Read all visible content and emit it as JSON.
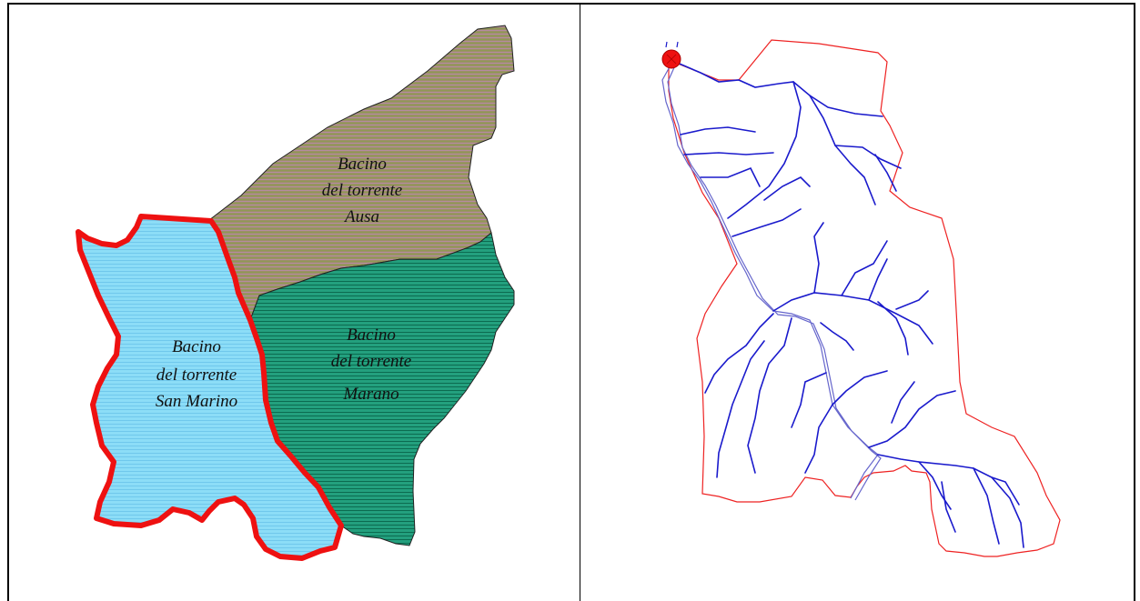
{
  "left_map": {
    "basins": [
      {
        "id": "ausa",
        "lines": [
          "Bacino",
          "del torrente",
          "Ausa"
        ],
        "fill": "#9f8f6a",
        "stripe": "#b08fa0"
      },
      {
        "id": "marano",
        "lines": [
          "Bacino",
          "del torrente",
          "Marano"
        ],
        "fill": "#1e9a78",
        "stripe": "#0d6a50"
      },
      {
        "id": "san-marino",
        "lines": [
          "Bacino",
          "del torrente",
          "San Marino"
        ],
        "fill": "#8adcf6",
        "stripe": "#6cc6ea",
        "outline": "#ee1111"
      }
    ]
  },
  "right_map": {
    "boundary_color": "#ee2222",
    "river_color": "#1a1acc",
    "main_channel_color": "#6666cc",
    "outlet_color": "#ee1111"
  }
}
